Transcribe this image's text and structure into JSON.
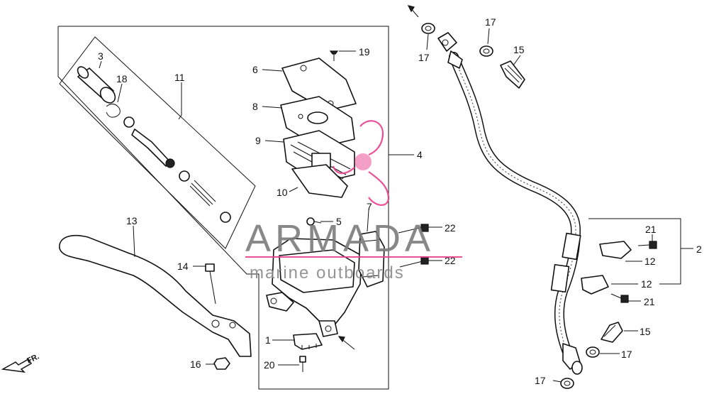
{
  "callouts": {
    "c1": "1",
    "c2": "2",
    "c3": "3",
    "c4": "4",
    "c5": "5",
    "c6": "6",
    "c7": "7",
    "c8": "8",
    "c9": "9",
    "c10": "10",
    "c11": "11",
    "c12a": "12",
    "c12b": "12",
    "c13": "13",
    "c14": "14",
    "c15a": "15",
    "c15b": "15",
    "c16": "16",
    "c17a": "17",
    "c17b": "17",
    "c17c": "17",
    "c17d": "17",
    "c18": "18",
    "c19": "19",
    "c20": "20",
    "c21a": "21",
    "c21b": "21",
    "c22a": "22",
    "c22b": "22"
  },
  "watermark": {
    "brand": "ARMADA",
    "tagline": "marine outboards",
    "brand_color": "#7c7c7c",
    "accent_color": "#e83e8c"
  },
  "direction_marker": {
    "label": "FR."
  }
}
